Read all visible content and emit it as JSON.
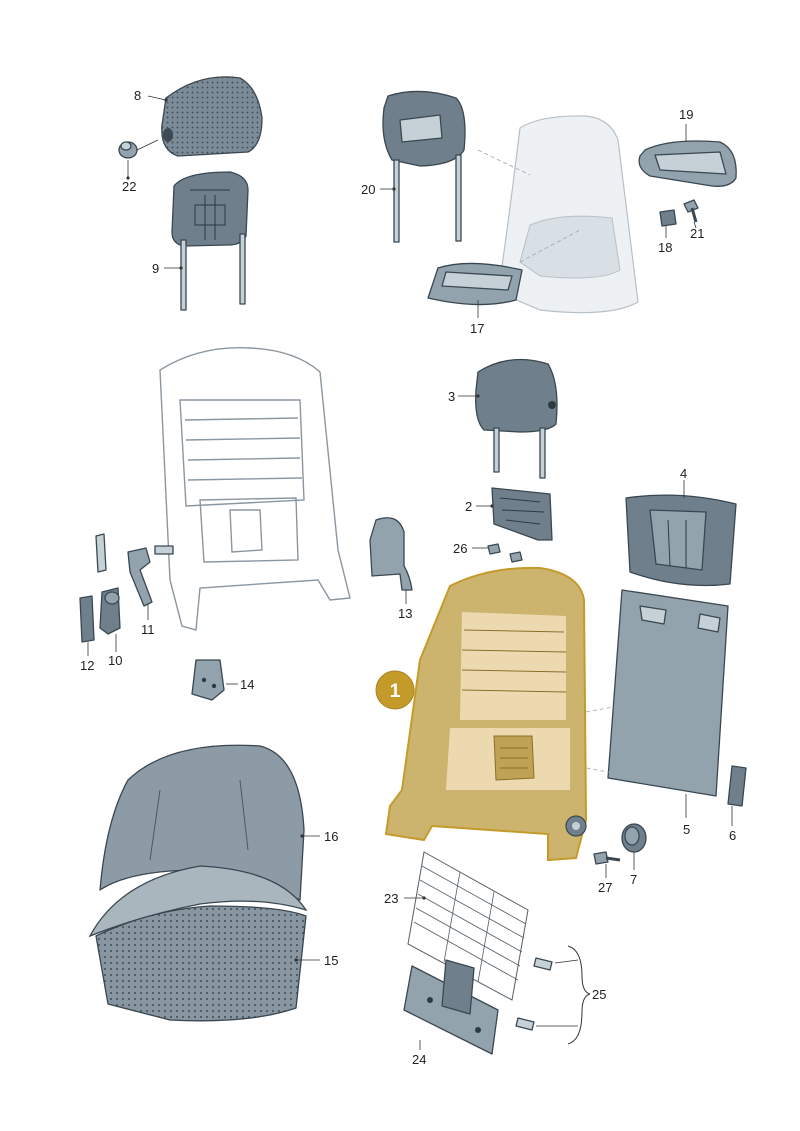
{
  "diagram": {
    "highlight_badge": "1",
    "highlight_color": "#c49a2b",
    "parts": [
      {
        "num": "1"
      },
      {
        "num": "2"
      },
      {
        "num": "3"
      },
      {
        "num": "4"
      },
      {
        "num": "5"
      },
      {
        "num": "6"
      },
      {
        "num": "7"
      },
      {
        "num": "8"
      },
      {
        "num": "9"
      },
      {
        "num": "10"
      },
      {
        "num": "11"
      },
      {
        "num": "12"
      },
      {
        "num": "13"
      },
      {
        "num": "14"
      },
      {
        "num": "15"
      },
      {
        "num": "16"
      },
      {
        "num": "17"
      },
      {
        "num": "18"
      },
      {
        "num": "19"
      },
      {
        "num": "20"
      },
      {
        "num": "21"
      },
      {
        "num": "22"
      },
      {
        "num": "23"
      },
      {
        "num": "24"
      },
      {
        "num": "25"
      },
      {
        "num": "26"
      },
      {
        "num": "27"
      }
    ]
  }
}
